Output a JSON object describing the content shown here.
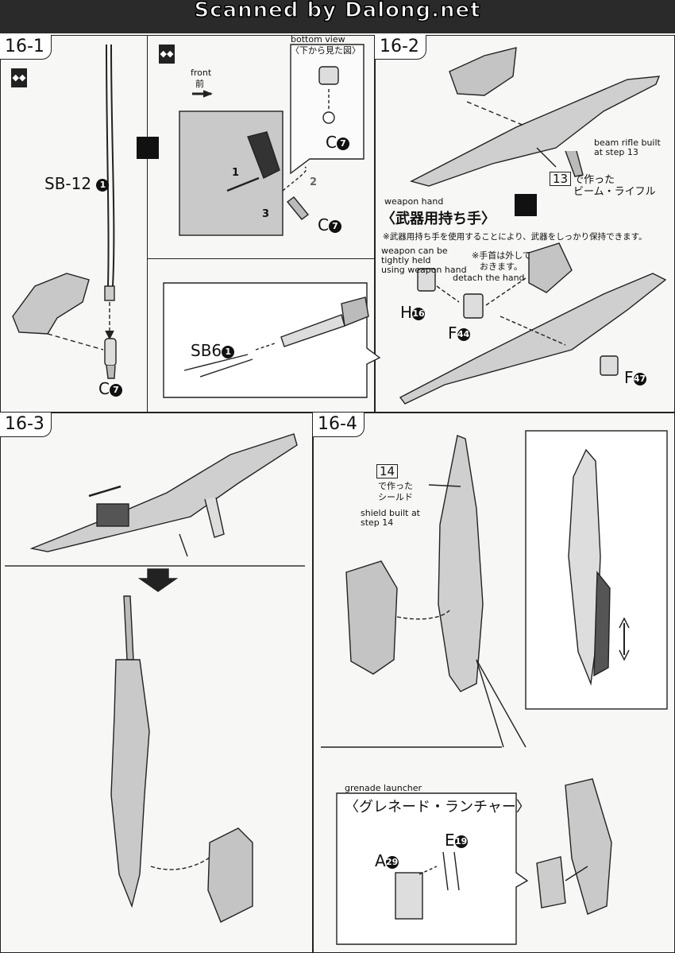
{
  "header": {
    "scanned_text": "Scanned by Dalong.net"
  },
  "step_16_1": {
    "number": "16-1",
    "sb12_label": "SB-12",
    "sb12_num": "1",
    "c7_left_label": "C",
    "c7_left_num": "7",
    "front_en": "front",
    "front_jp": "前",
    "bottom_view_en": "bottom view",
    "bottom_view_jp": "〈下から見た図〉",
    "c7_inset_label": "C",
    "c7_inset_num": "7",
    "c7_lower_label": "C",
    "c7_lower_num": "7",
    "order_1": "1",
    "order_2": "2",
    "order_3": "3",
    "sb6_label": "SB6",
    "sb6_num": "1"
  },
  "step_16_2": {
    "number": "16-2",
    "beam_rifle_en_1": "beam rifle built",
    "beam_rifle_en_2": "at step 13",
    "step_ref": "13",
    "beam_rifle_jp_1": "で作った",
    "beam_rifle_jp_2": "ビーム・ライフル",
    "weapon_hand_en": "weapon hand",
    "weapon_hand_jp": "〈武器用持ち手〉",
    "note_jp": "※武器用持ち手を使用することにより、武器をしっかり保持できます。",
    "note_en_1": "weapon can be",
    "note_en_2": "tightly held",
    "note_en_3": "using weapon hand",
    "detach_jp_1": "※手首は外して",
    "detach_jp_2": "おきます。",
    "detach_en": "detach the hand",
    "h16_label": "H",
    "h16_num": "16",
    "f44_label": "F",
    "f44_num": "44",
    "f47_label": "F",
    "f47_num": "47"
  },
  "step_16_3": {
    "number": "16-3"
  },
  "step_16_4": {
    "number": "16-4",
    "step_ref": "14",
    "shield_jp_1": "で作った",
    "shield_jp_2": "シールド",
    "shield_en_1": "shield built at",
    "shield_en_2": "step 14",
    "grenade_en": "grenade launcher",
    "grenade_jp": "〈グレネード・ランチャー〉",
    "a29_label": "A",
    "a29_num": "29",
    "e19_label": "E",
    "e19_num": "19"
  },
  "icons": [
    "swap-arrows-icon",
    "no-cut-icon",
    "down-arrow-icon",
    "double-arrow-icon"
  ]
}
